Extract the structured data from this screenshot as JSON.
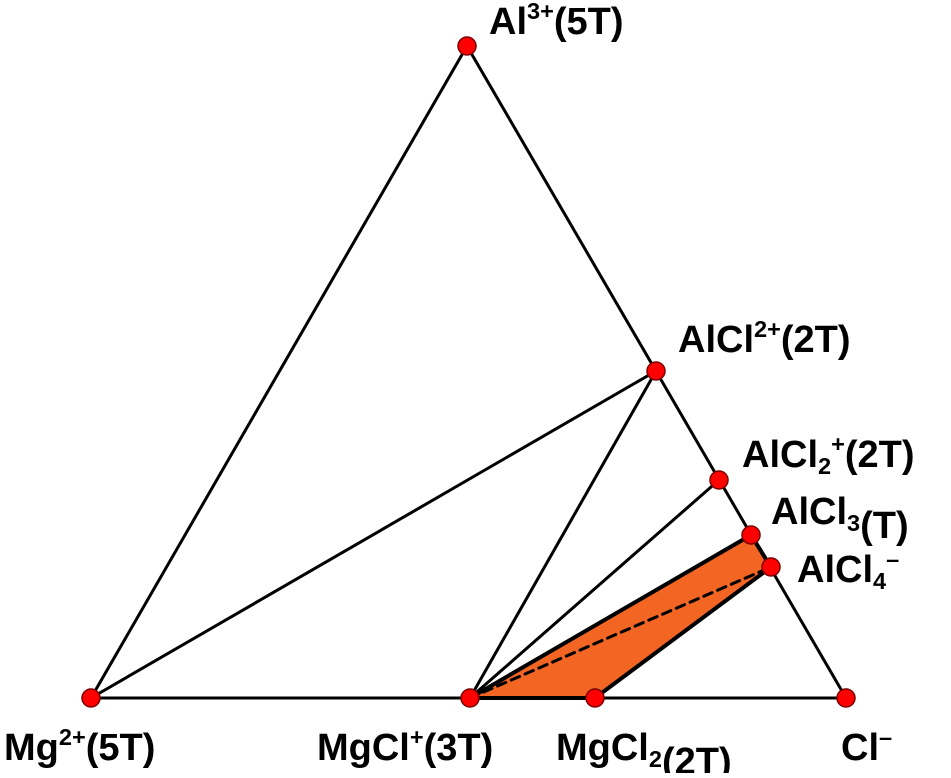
{
  "diagram": {
    "colors": {
      "line": "#000000",
      "node_fill": "#ff0000",
      "node_stroke": "#7a0000",
      "region_fill": "#f26522",
      "background": "#ffffff"
    },
    "nodes": [
      {
        "id": "al3",
        "base": "Al",
        "sup": "3+",
        "sub": "",
        "suffix": "(5T)"
      },
      {
        "id": "alcl2plus",
        "base": "AlCl",
        "sup": "2+",
        "sub": "",
        "suffix": "(2T)"
      },
      {
        "id": "alcl2",
        "base": "AlCl",
        "sup": "+",
        "sub": "2",
        "suffix": "(2T)"
      },
      {
        "id": "alcl3",
        "base": "AlCl",
        "sup": "",
        "sub": "3",
        "suffix": "(T)"
      },
      {
        "id": "alcl4",
        "base": "AlCl",
        "sup": "–",
        "sub": "4",
        "suffix": ""
      },
      {
        "id": "mg2",
        "base": "Mg",
        "sup": "2+",
        "sub": "",
        "suffix": "(5T)"
      },
      {
        "id": "mgcl",
        "base": "MgCl",
        "sup": "+",
        "sub": "",
        "suffix": "(3T)"
      },
      {
        "id": "mgcl2",
        "base": "MgCl",
        "sup": "",
        "sub": "2",
        "suffix": "(2T)"
      },
      {
        "id": "cl",
        "base": "Cl",
        "sup": "–",
        "sub": "",
        "suffix": ""
      }
    ],
    "edges": [
      {
        "from": "al3",
        "to": "mg2",
        "style": "solid"
      },
      {
        "from": "al3",
        "to": "cl",
        "style": "solid"
      },
      {
        "from": "mg2",
        "to": "cl",
        "style": "solid"
      },
      {
        "from": "mg2",
        "to": "alcl2plus",
        "style": "solid"
      },
      {
        "from": "mgcl",
        "to": "alcl2plus",
        "style": "solid"
      },
      {
        "from": "mgcl",
        "to": "alcl2",
        "style": "solid"
      },
      {
        "from": "mgcl",
        "to": "alcl3",
        "style": "solid"
      },
      {
        "from": "mgcl",
        "to": "alcl4",
        "style": "dashed"
      },
      {
        "from": "mgcl2",
        "to": "alcl4",
        "style": "solid"
      }
    ],
    "region": {
      "vertices": [
        "mgcl",
        "alcl3",
        "alcl4",
        "mgcl2"
      ]
    }
  }
}
